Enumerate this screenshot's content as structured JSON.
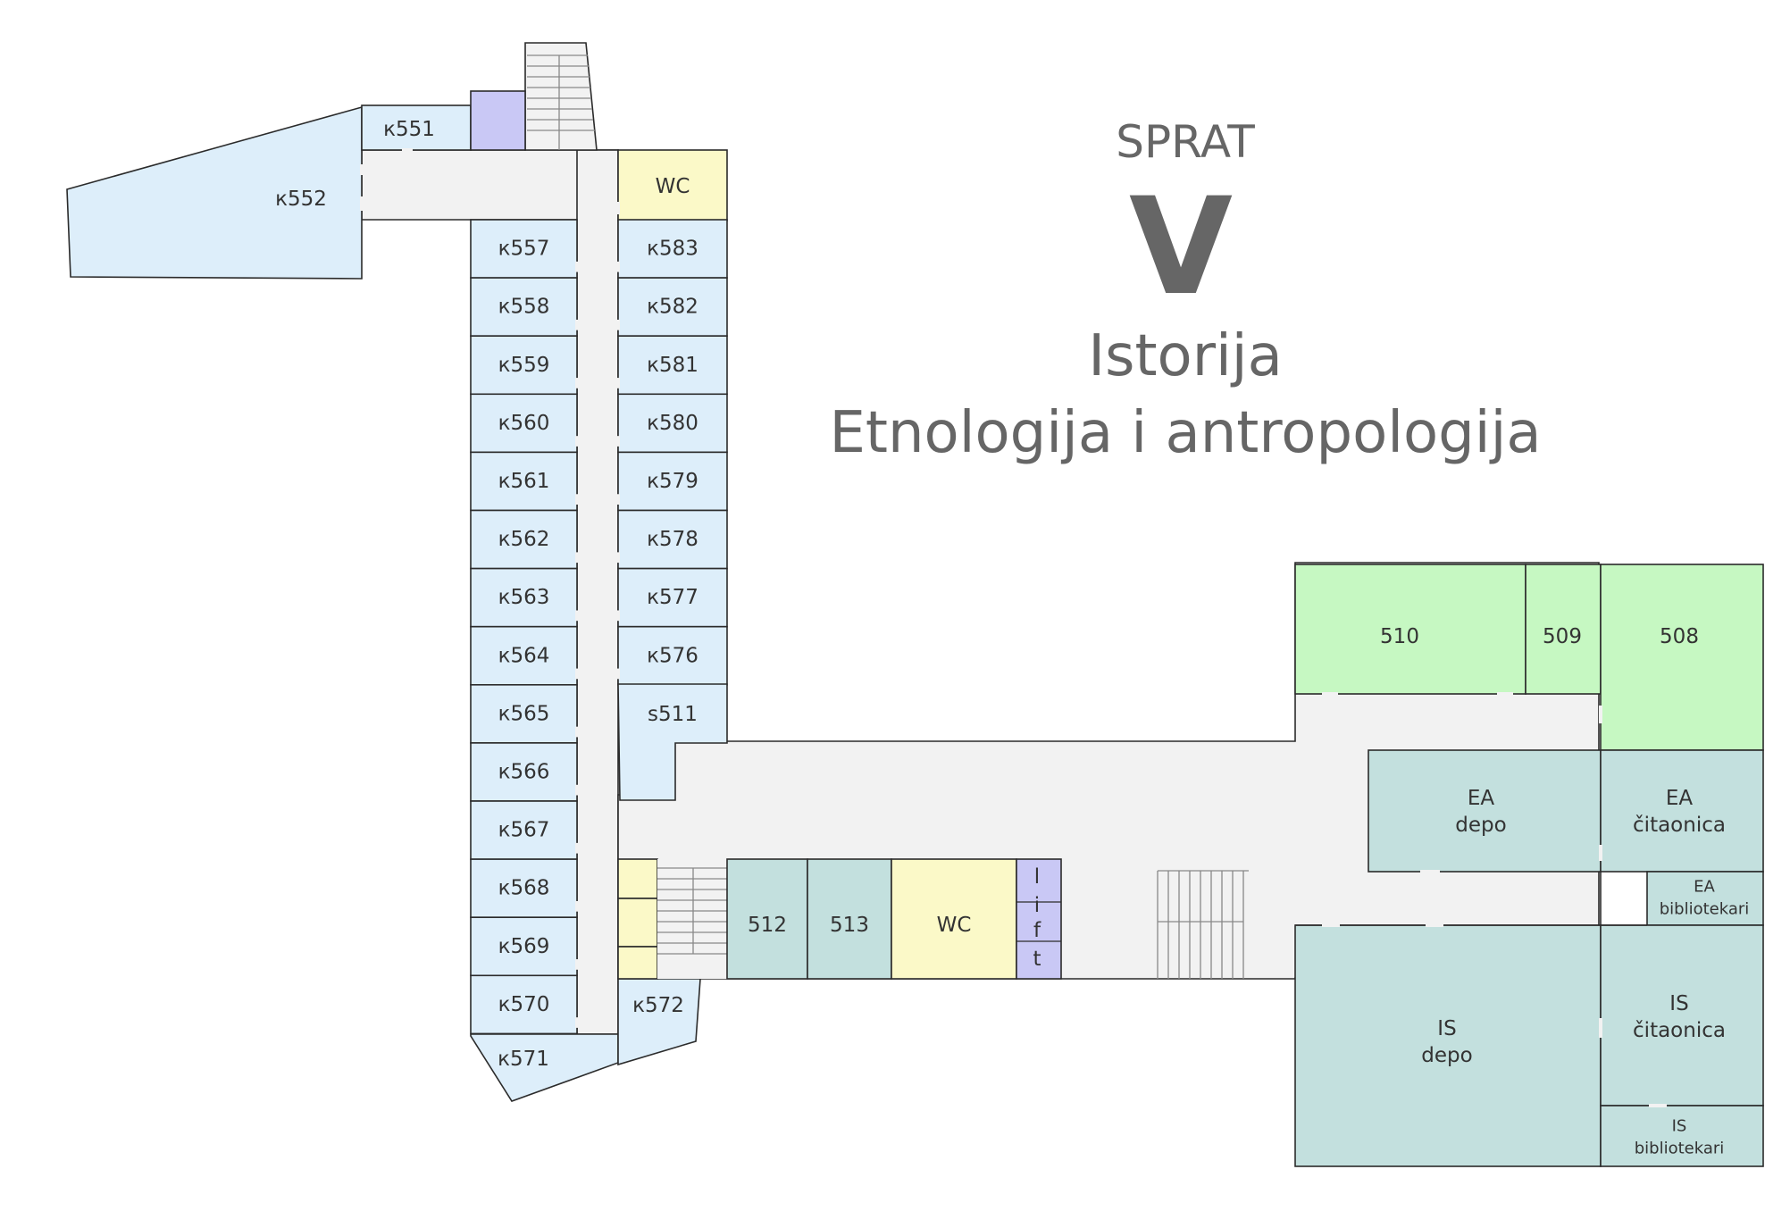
{
  "title": {
    "floor_word": "SPRAT",
    "floor_number": "V",
    "dept_1": "Istorija",
    "dept_2": "Etnologija i antropologija"
  },
  "colors": {
    "office": "#ddeefa",
    "wc": "#fbf9c8",
    "lift": "#c9c8f5",
    "lecture": "#c6f8c2",
    "library": "#c3e0de",
    "corridor": "#f2f2f2"
  },
  "rooms": {
    "k551": "к551",
    "k552": "к552",
    "wc_top": "WC",
    "k557": "к557",
    "k558": "к558",
    "k559": "к559",
    "k560": "к560",
    "k561": "к561",
    "k562": "к562",
    "k563": "к563",
    "k564": "к564",
    "k565": "к565",
    "k566": "к566",
    "k567": "к567",
    "k568": "к568",
    "k569": "к569",
    "k570": "к570",
    "k571": "к571",
    "k572": "к572",
    "k583": "к583",
    "k582": "к582",
    "k581": "к581",
    "k580": "к580",
    "k579": "к579",
    "k578": "к578",
    "k577": "к577",
    "k576": "к576",
    "s511": "s511",
    "r512": "512",
    "r513": "513",
    "wc_mid": "WC",
    "lift": [
      "l",
      "i",
      "f",
      "t"
    ],
    "r510": "510",
    "r509": "509",
    "r508": "508",
    "ea_depo": [
      "EA",
      "depo"
    ],
    "ea_citaonica": [
      "EA",
      "čitaonica"
    ],
    "ea_bibliotekari": [
      "EA",
      "bibliotekari"
    ],
    "is_depo": [
      "IS",
      "depo"
    ],
    "is_citaonica": [
      "IS",
      "čitaonica"
    ],
    "is_bibliotekari": [
      "IS",
      "bibliotekari"
    ]
  }
}
